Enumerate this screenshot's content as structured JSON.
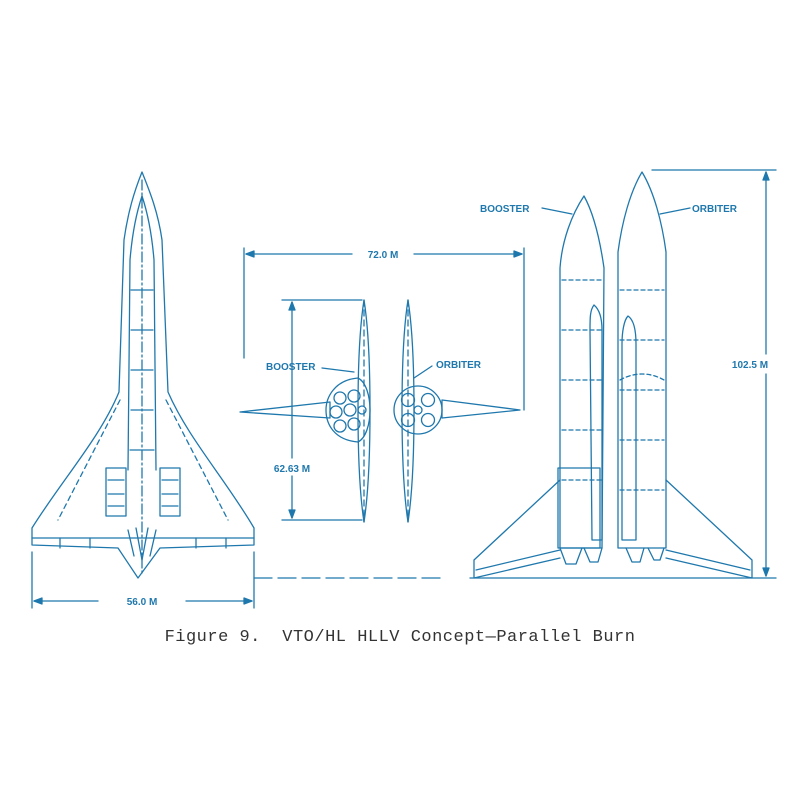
{
  "colors": {
    "ink": "#1f78ad",
    "caption": "#333333",
    "background": "#ffffff"
  },
  "labels": {
    "booster_top": "BOOSTER",
    "orbiter_top": "ORBITER",
    "booster_right": "BOOSTER",
    "orbiter_right": "ORBITER"
  },
  "dimensions": {
    "span_top": "72.0 M",
    "height_top": "62.63 M",
    "height_right": "102.5 M",
    "span_left": "56.0 M"
  },
  "caption": "Figure 9.  VTO/HL HLLV Concept—Parallel Burn"
}
